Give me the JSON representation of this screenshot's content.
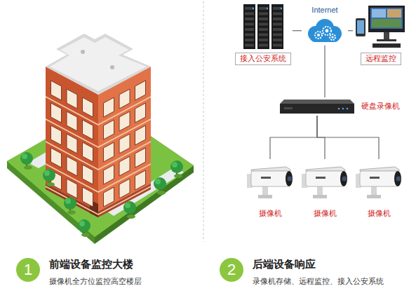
{
  "diagram": {
    "nodes": [
      {
        "text": [
          "接入公安系统"
        ]
      },
      {
        "text": [
          "Internet"
        ]
      },
      {
        "text": [
          "远程监控"
        ]
      },
      {
        "text": [
          "硬盘录像机"
        ]
      },
      {
        "text": [
          "摄像机"
        ]
      },
      {
        "text": [
          "摄像机"
        ]
      },
      {
        "text": [
          "摄像机"
        ]
      },
      {
        "text": [
          "1"
        ]
      },
      {
        "text": [
          "2"
        ]
      }
    ],
    "edges": [
      {
        "from": 0,
        "to": 1,
        "arrow": "none"
      },
      {
        "from": 1,
        "to": 2,
        "arrow": "none"
      },
      {
        "from": 1,
        "to": 3,
        "arrow": "none"
      },
      {
        "from": 3,
        "to": 4,
        "arrow": "none"
      },
      {
        "from": 3,
        "to": 5,
        "arrow": "none"
      },
      {
        "from": 3,
        "to": 6,
        "arrow": "none"
      }
    ],
    "labels": [
      "前端设备监控大楼",
      "摄像机全方位监控高空楼层",
      "后端设备响应",
      "录像机存储、远程监控、接入公安系统"
    ]
  }
}
